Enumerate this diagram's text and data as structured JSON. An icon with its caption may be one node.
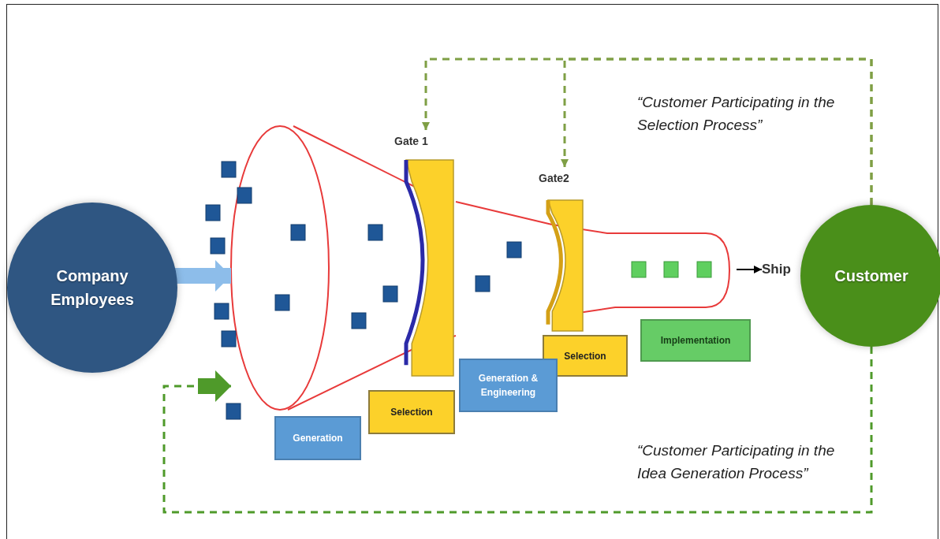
{
  "diagram": {
    "nodes": [
      {
        "text": [
          "Company Employees"
        ]
      },
      {
        "text": [
          "Customer"
        ]
      },
      {
        "text": [
          "Gate 1"
        ]
      },
      {
        "text": [
          "Gate2"
        ]
      },
      {
        "text": [
          "Generation"
        ]
      },
      {
        "text": [
          "Selection"
        ]
      },
      {
        "text": [
          "Generation & Engineering"
        ]
      },
      {
        "text": [
          "Selection"
        ]
      },
      {
        "text": [
          "Implementation"
        ]
      },
      {
        "text": [
          "Ship"
        ]
      },
      {
        "text": [],
        "shape": "ellipse"
      }
    ],
    "edges": [
      {
        "from": 1,
        "to": 2,
        "arrow": "to",
        "style": "dashed"
      },
      {
        "from": 1,
        "to": 3,
        "arrow": "to",
        "style": "dashed"
      },
      {
        "from": 1,
        "to": 10,
        "arrow": "to",
        "style": "dashed",
        "color": "#4f9a2a"
      },
      {
        "from": 0,
        "to": 10,
        "arrow": "to",
        "style": "thick",
        "color": "#8dbdea"
      },
      {
        "from": null,
        "to": 9,
        "arrow": "to",
        "color": "#000000"
      }
    ],
    "labels": [
      "“Customer Participating in the Selection Process”",
      "“Customer Participating in the Idea Generation Process”"
    ]
  }
}
